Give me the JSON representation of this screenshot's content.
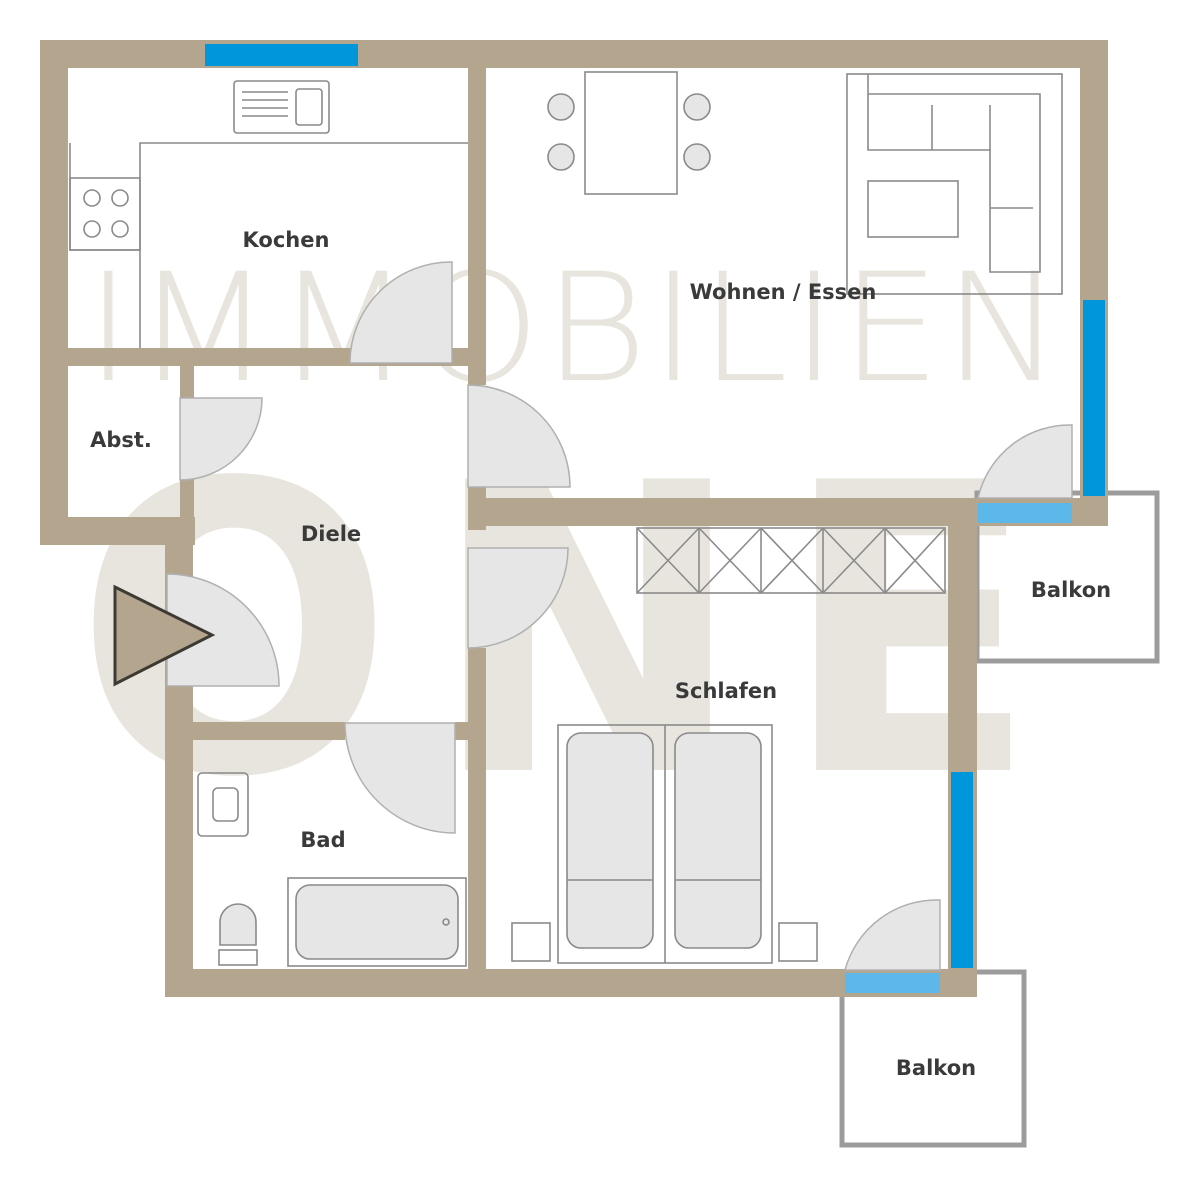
{
  "watermark": {
    "line1": "IMMOBILIEN",
    "line2": "ONE"
  },
  "rooms": {
    "kochen": "Kochen",
    "wohnen": "Wohnen / Essen",
    "abst": "Abst.",
    "diele": "Diele",
    "schlafen": "Schlafen",
    "bad": "Bad",
    "balkon_1": "Balkon",
    "balkon_2": "Balkon"
  },
  "colors": {
    "wall": "#b3a58e",
    "window": "#0096dc",
    "balcony_outline": "#9c9c9c",
    "watermark": "#b9ad98"
  }
}
